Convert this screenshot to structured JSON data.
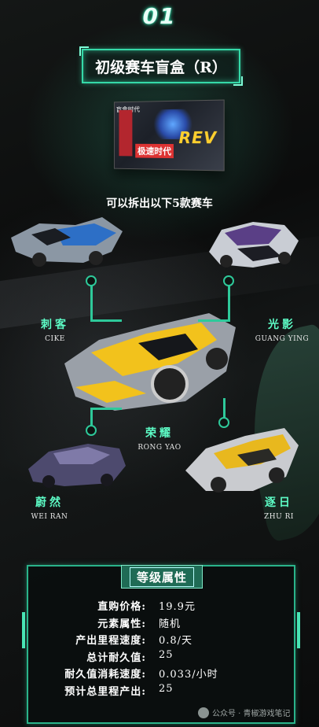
{
  "header": {
    "number": "01",
    "title": "初级赛车盲盒（R）"
  },
  "box": {
    "brand": "REV",
    "logo": "极速时代",
    "tag": "盲盒时代"
  },
  "subtitle": "可以拆出以下5款赛车",
  "cars": [
    {
      "id": "cike",
      "cn": "刺客",
      "en": "CIKE"
    },
    {
      "id": "guangying",
      "cn": "光影",
      "en": "GUANG YING"
    },
    {
      "id": "rongyao",
      "cn": "荣耀",
      "en": "RONG YAO"
    },
    {
      "id": "weiran",
      "cn": "蔚然",
      "en": "WEI RAN"
    },
    {
      "id": "zhuri",
      "cn": "逐日",
      "en": "ZHU RI"
    }
  ],
  "attributes": {
    "heading": "等级属性",
    "rows": [
      {
        "label": "直购价格:",
        "value": "19.9元"
      },
      {
        "label": "元素属性:",
        "value": "随机"
      },
      {
        "label": "产出里程速度:",
        "value": "0.8/天"
      },
      {
        "label": "总计耐久值:",
        "value": "25"
      },
      {
        "label": "耐久值消耗速度:",
        "value": "0.033/小时"
      },
      {
        "label": "预计总里程产出:",
        "value": "25"
      }
    ]
  },
  "watermark": "公众号 · 青椒游戏笔记",
  "colors": {
    "accent": "#35d9a8",
    "label": "#5dfcc6",
    "panel_border": "#2ab38a"
  }
}
